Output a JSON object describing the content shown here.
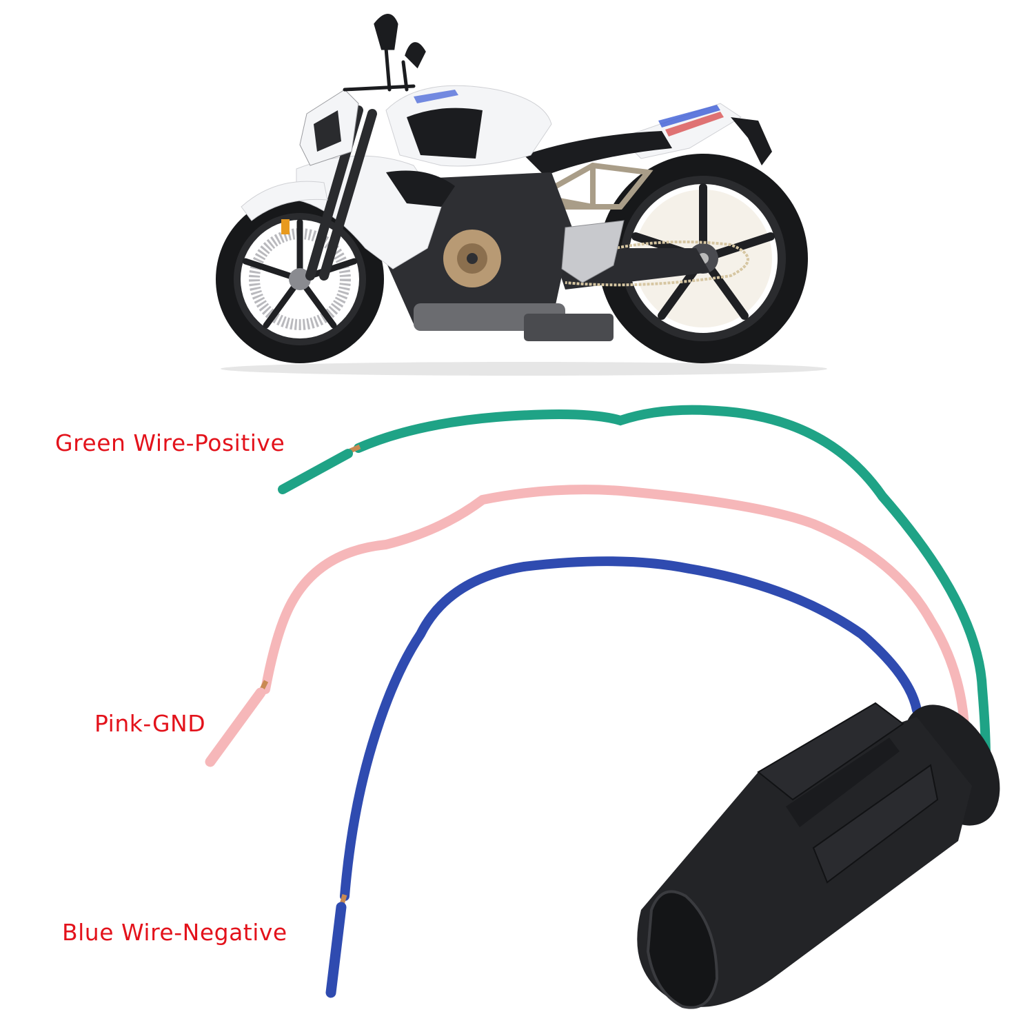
{
  "scene": {
    "description": "Motorcycle with 3-wire connector harness",
    "background": "#ffffff"
  },
  "motorcycle": {
    "label": "motorcycle",
    "colors": {
      "body": "#f4f5f7",
      "black": "#1b1c1f",
      "frame": "#a99d88",
      "engine": "#3a3b3f",
      "accent_blue": "#3b5bd6",
      "accent_red": "#d53a3a",
      "reflector": "#e89a1e"
    }
  },
  "wires": [
    {
      "id": "green",
      "label": "Green Wire-Positive",
      "color": "#1fa386",
      "function": "Positive"
    },
    {
      "id": "pink",
      "label": "Pink-GND",
      "color": "#f6b7b9",
      "function": "GND"
    },
    {
      "id": "blue",
      "label": "Blue Wire-Negative",
      "color": "#2f4bb0",
      "function": "Negative"
    }
  ],
  "label_style": {
    "color": "#e3121b"
  },
  "connector": {
    "label": "3-pin connector plug",
    "color": "#1e1f22"
  },
  "copper_color": "#c98a52"
}
